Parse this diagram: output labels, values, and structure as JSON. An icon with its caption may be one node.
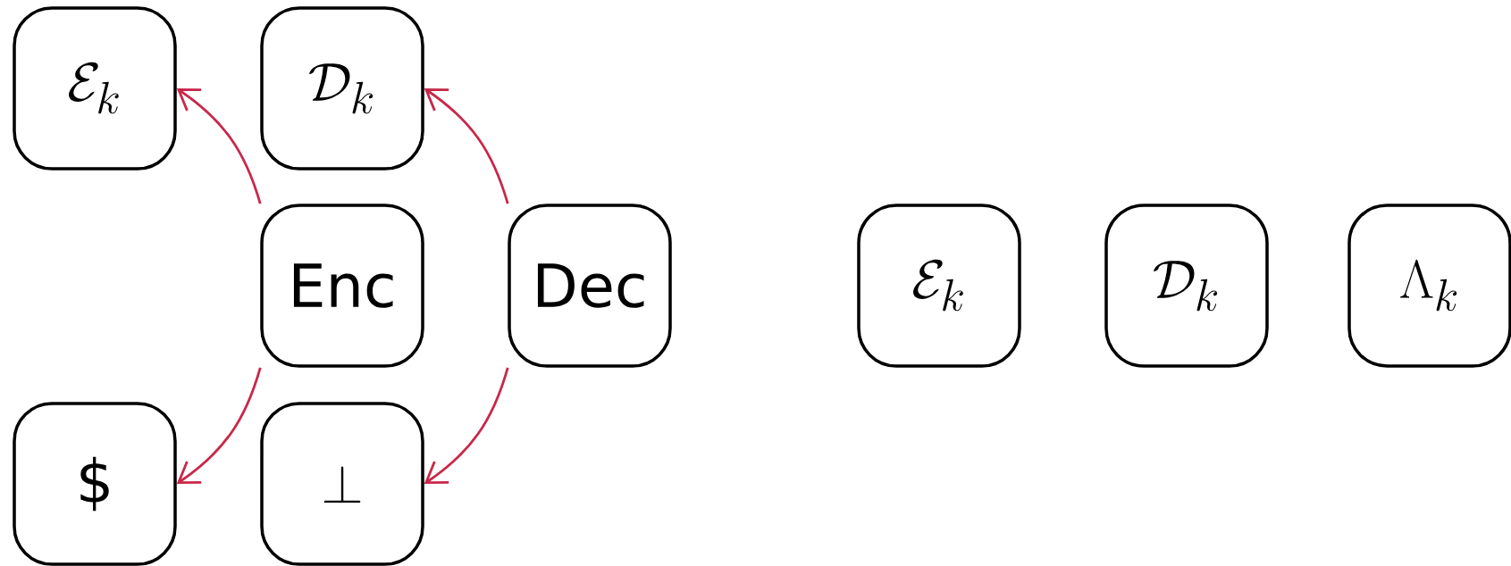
{
  "diagram": {
    "nodes": [
      {
        "text": [
          "\\mathcal{E}_k"
        ]
      },
      {
        "text": [
          "\\mathcal{D}_k"
        ]
      },
      {
        "text": [
          "Enc"
        ]
      },
      {
        "text": [
          "Dec"
        ]
      },
      {
        "text": [
          "$"
        ]
      },
      {
        "text": [
          "\\perp"
        ]
      },
      {
        "text": [
          "\\mathcal{E}_k"
        ]
      },
      {
        "text": [
          "\\mathcal{D}_k"
        ]
      },
      {
        "text": [
          "\\Lambda_k"
        ]
      }
    ],
    "edges": [
      {
        "from": 2,
        "to": 0,
        "arrow": "to"
      },
      {
        "from": 3,
        "to": 1,
        "arrow": "to"
      },
      {
        "from": 2,
        "to": 4,
        "arrow": "to"
      },
      {
        "from": 3,
        "to": 5,
        "arrow": "to"
      }
    ]
  }
}
